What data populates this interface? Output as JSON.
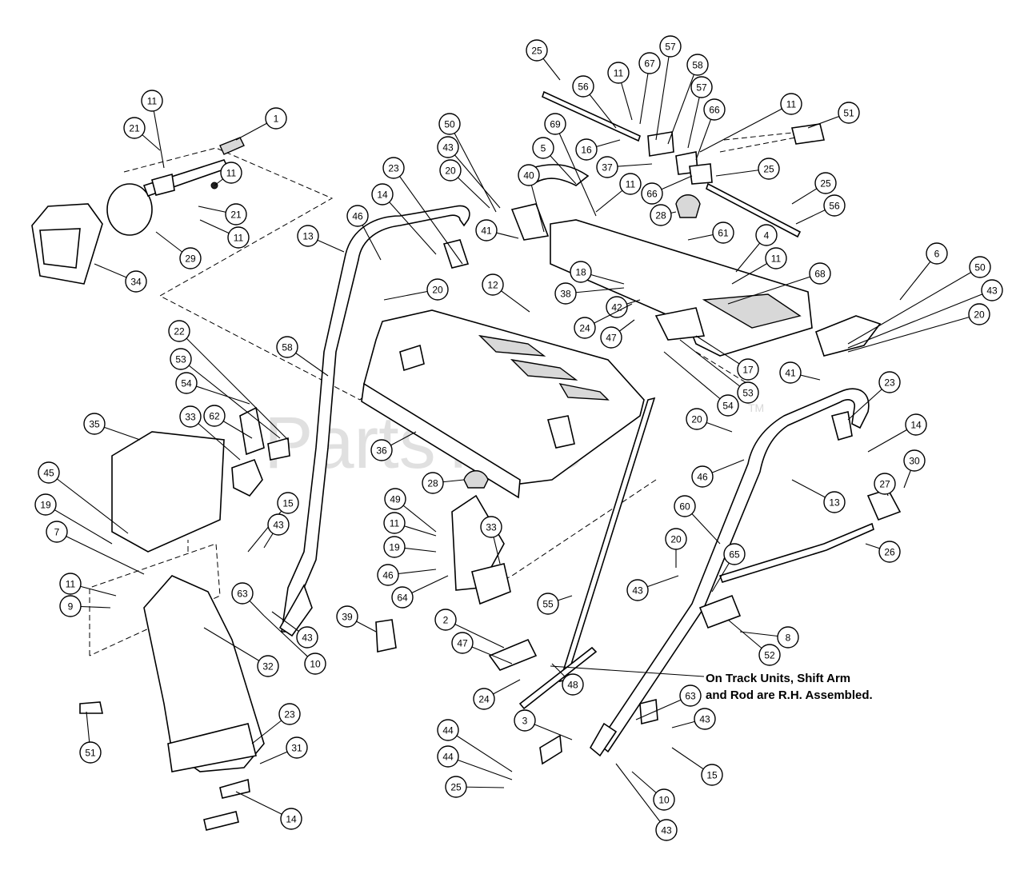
{
  "watermark": {
    "text": "PartsTree",
    "tm": "TM"
  },
  "note": {
    "line1": "On Track Units, Shift Arm",
    "line2": "and Rod are R.H. Assembled."
  },
  "callouts": [
    {
      "label": "1"
    },
    {
      "label": "21"
    },
    {
      "label": "11"
    },
    {
      "label": "11"
    },
    {
      "label": "21"
    },
    {
      "label": "11"
    },
    {
      "label": "29"
    },
    {
      "label": "34"
    },
    {
      "label": "13"
    },
    {
      "label": "46"
    },
    {
      "label": "14"
    },
    {
      "label": "23"
    },
    {
      "label": "20"
    },
    {
      "label": "58"
    },
    {
      "label": "22"
    },
    {
      "label": "53"
    },
    {
      "label": "54"
    },
    {
      "label": "62"
    },
    {
      "label": "33"
    },
    {
      "label": "35"
    },
    {
      "label": "45"
    },
    {
      "label": "19"
    },
    {
      "label": "7"
    },
    {
      "label": "11"
    },
    {
      "label": "9"
    },
    {
      "label": "15"
    },
    {
      "label": "43"
    },
    {
      "label": "63"
    },
    {
      "label": "43"
    },
    {
      "label": "10"
    },
    {
      "label": "32"
    },
    {
      "label": "23"
    },
    {
      "label": "31"
    },
    {
      "label": "51"
    },
    {
      "label": "14"
    },
    {
      "label": "39"
    },
    {
      "label": "36"
    },
    {
      "label": "28"
    },
    {
      "label": "49"
    },
    {
      "label": "11"
    },
    {
      "label": "19"
    },
    {
      "label": "46"
    },
    {
      "label": "64"
    },
    {
      "label": "33"
    },
    {
      "label": "55"
    },
    {
      "label": "2"
    },
    {
      "label": "47"
    },
    {
      "label": "24"
    },
    {
      "label": "48"
    },
    {
      "label": "3"
    },
    {
      "label": "44"
    },
    {
      "label": "44"
    },
    {
      "label": "25"
    },
    {
      "label": "50"
    },
    {
      "label": "43"
    },
    {
      "label": "20"
    },
    {
      "label": "41"
    },
    {
      "label": "40"
    },
    {
      "label": "5"
    },
    {
      "label": "69"
    },
    {
      "label": "12"
    },
    {
      "label": "25"
    },
    {
      "label": "56"
    },
    {
      "label": "11"
    },
    {
      "label": "67"
    },
    {
      "label": "57"
    },
    {
      "label": "58"
    },
    {
      "label": "57"
    },
    {
      "label": "66"
    },
    {
      "label": "11"
    },
    {
      "label": "51"
    },
    {
      "label": "16"
    },
    {
      "label": "37"
    },
    {
      "label": "11"
    },
    {
      "label": "66"
    },
    {
      "label": "25"
    },
    {
      "label": "25"
    },
    {
      "label": "56"
    },
    {
      "label": "28"
    },
    {
      "label": "61"
    },
    {
      "label": "4"
    },
    {
      "label": "18"
    },
    {
      "label": "11"
    },
    {
      "label": "68"
    },
    {
      "label": "38"
    },
    {
      "label": "42"
    },
    {
      "label": "24"
    },
    {
      "label": "47"
    },
    {
      "label": "17"
    },
    {
      "label": "53"
    },
    {
      "label": "54"
    },
    {
      "label": "6"
    },
    {
      "label": "50"
    },
    {
      "label": "43"
    },
    {
      "label": "20"
    },
    {
      "label": "41"
    },
    {
      "label": "23"
    },
    {
      "label": "20"
    },
    {
      "label": "46"
    },
    {
      "label": "14"
    },
    {
      "label": "13"
    },
    {
      "label": "30"
    },
    {
      "label": "27"
    },
    {
      "label": "26"
    },
    {
      "label": "60"
    },
    {
      "label": "20"
    },
    {
      "label": "65"
    },
    {
      "label": "43"
    },
    {
      "label": "8"
    },
    {
      "label": "52"
    },
    {
      "label": "63"
    },
    {
      "label": "43"
    },
    {
      "label": "15"
    },
    {
      "label": "10"
    },
    {
      "label": "43"
    }
  ]
}
